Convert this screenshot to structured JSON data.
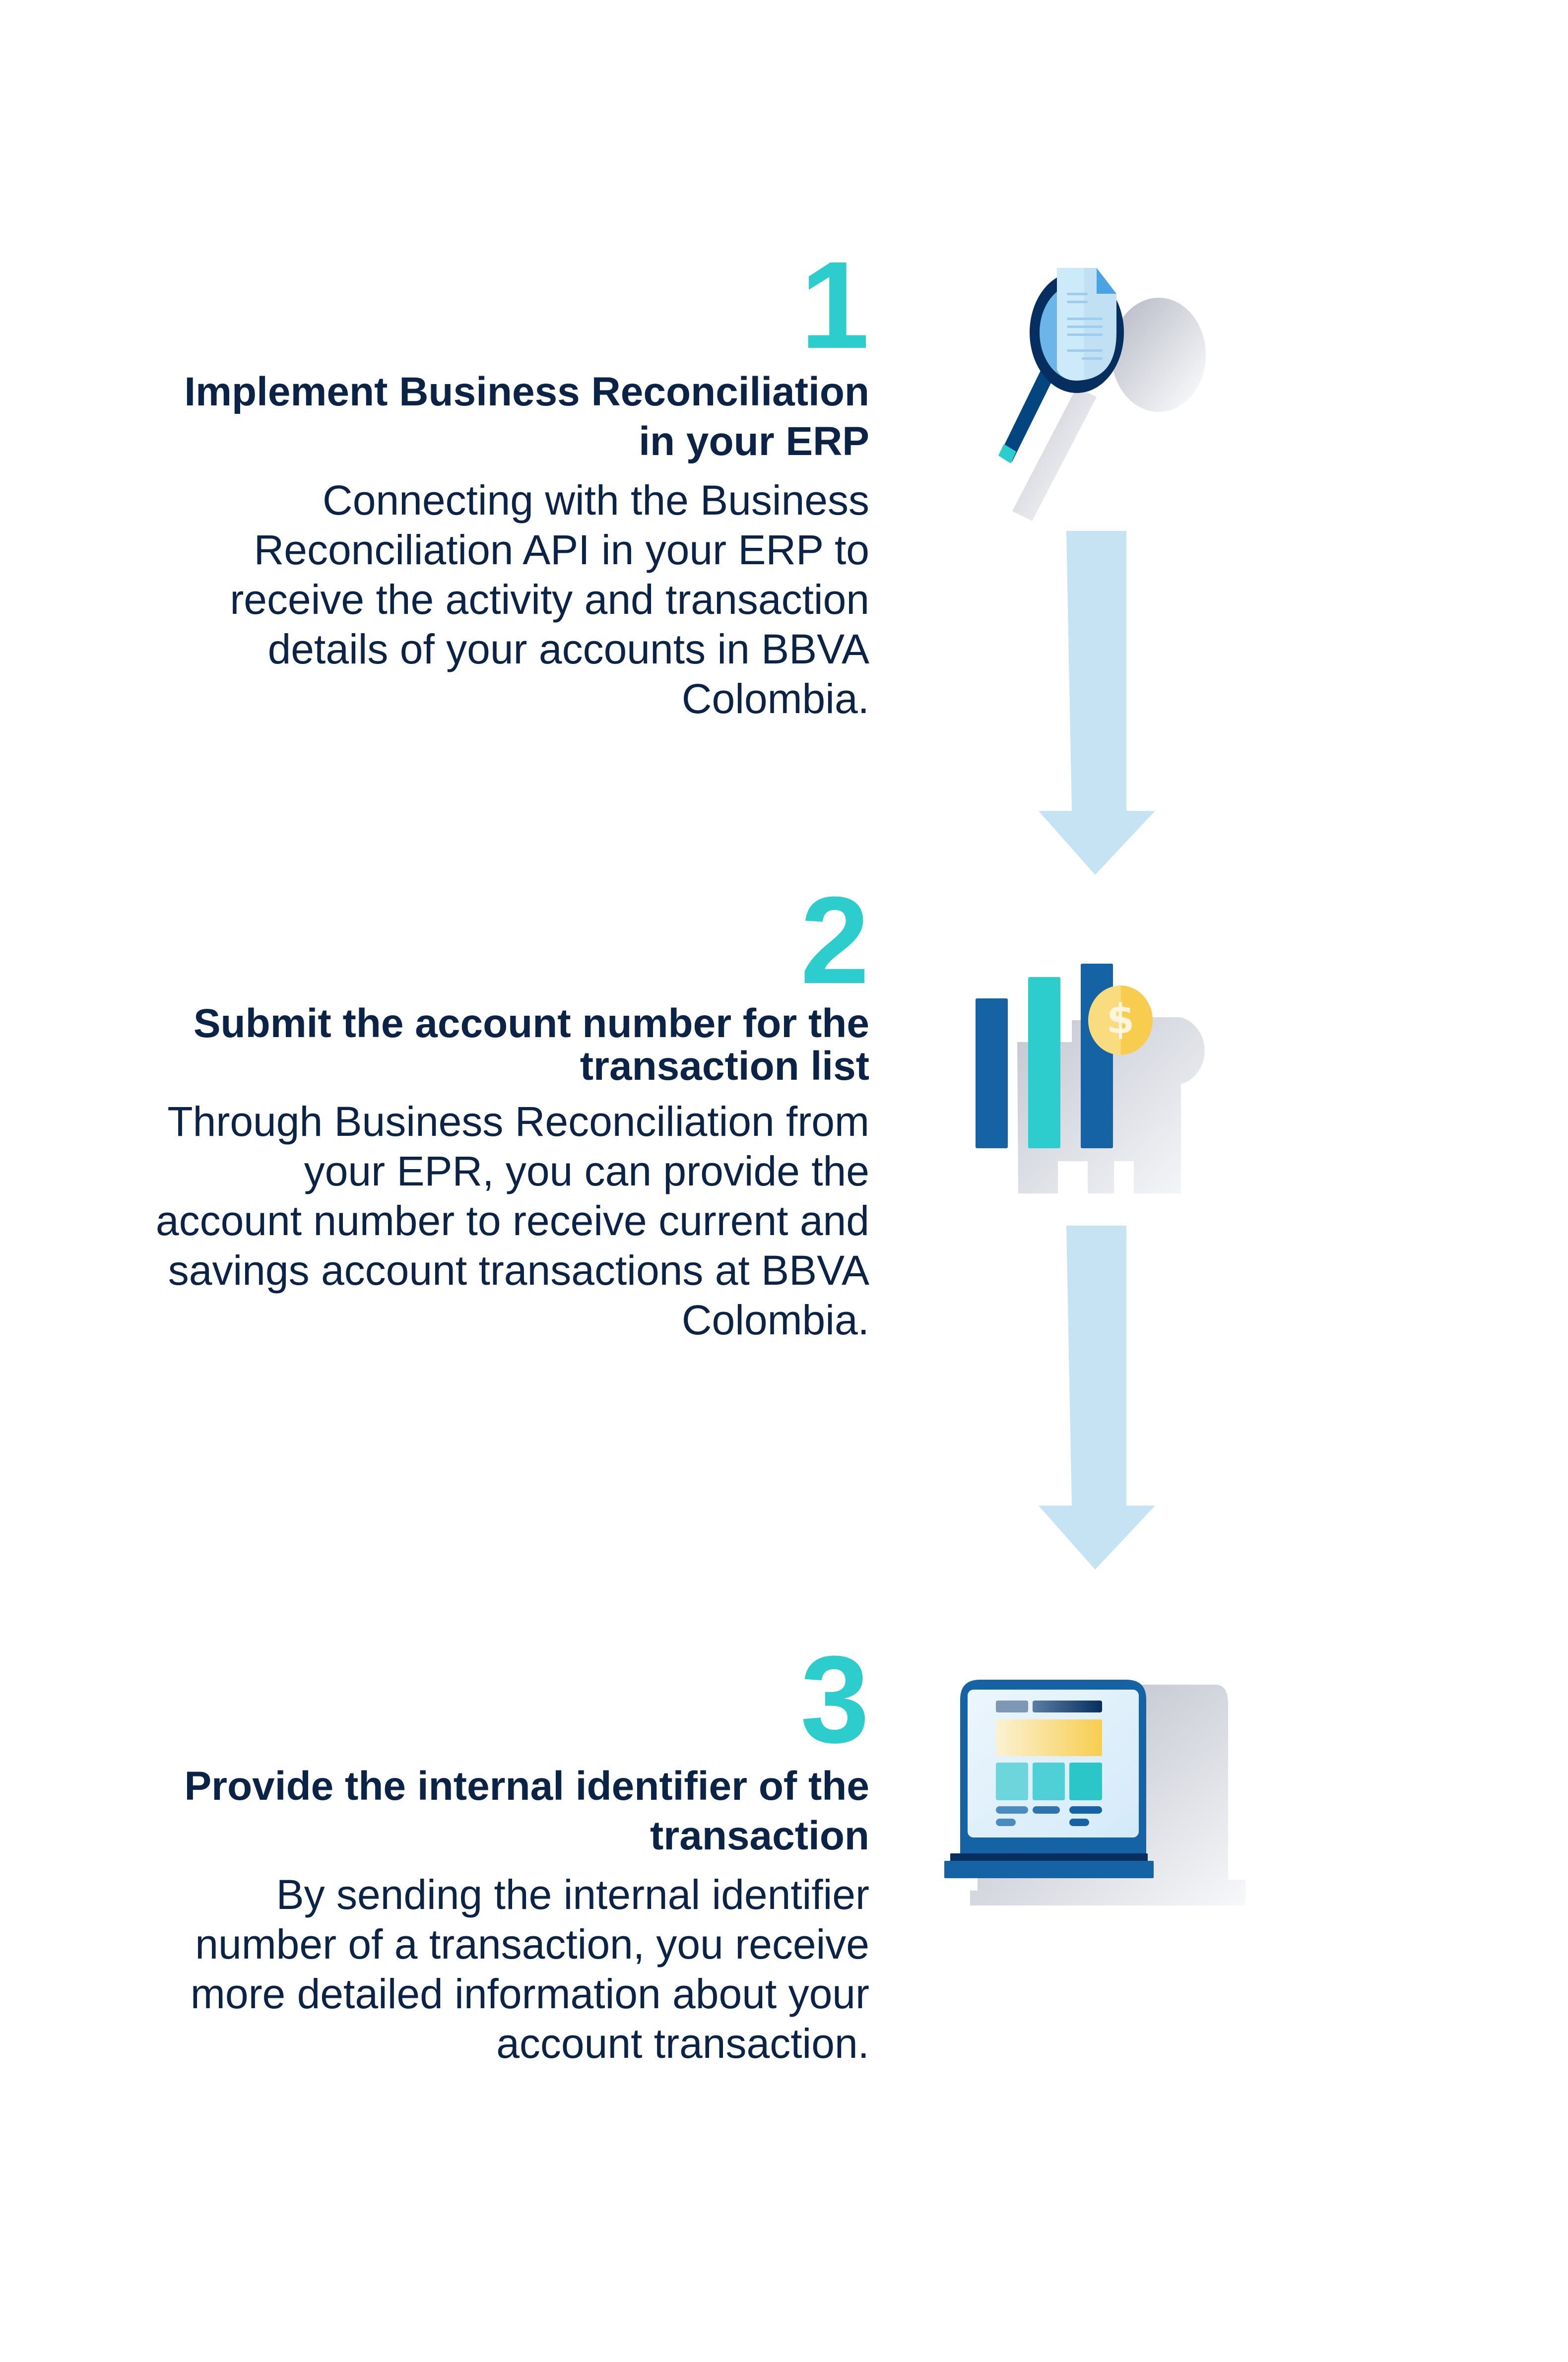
{
  "steps": [
    {
      "number": "1",
      "title": "Implement Business Reconciliation in your ERP",
      "description": "Connecting with the Business Reconciliation API in your ERP to receive the activity and transaction details of your accounts in BBVA Colombia.",
      "icon": "magnifier-document-icon"
    },
    {
      "number": "2",
      "title": "Submit the account number for the transaction list",
      "description": "Through Business Reconciliation from your EPR, you can provide the account number to receive current and savings account transactions at BBVA Colombia.",
      "icon": "bar-chart-coin-icon"
    },
    {
      "number": "3",
      "title": "Provide the internal identifier of the transaction",
      "description": "By sending the internal identifier number of a transaction, you receive more detailed information about your account transaction.",
      "icon": "laptop-dashboard-icon"
    }
  ],
  "colors": {
    "accent_teal": "#2dcdce",
    "text_navy": "#0b2347",
    "primary_blue": "#1563a5",
    "dark_navy": "#063060",
    "arrow_light_blue": "#c5e3f3",
    "coin_yellow": "#f8cd4f"
  }
}
